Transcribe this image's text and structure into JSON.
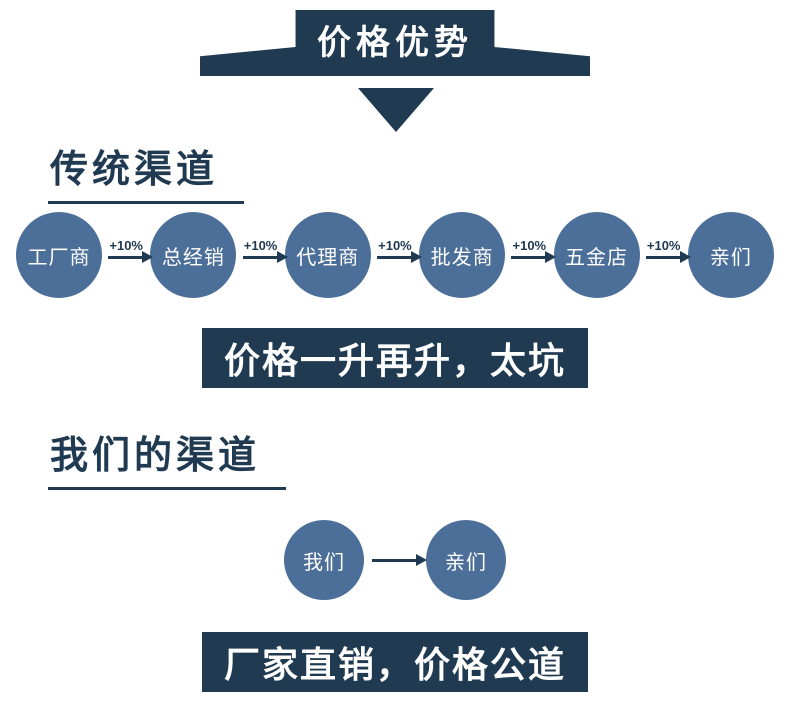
{
  "colors": {
    "navy": "#203a52",
    "circle_blue": "#4c6f99",
    "background": "#ffffff"
  },
  "header": {
    "title": "价格优势"
  },
  "traditional": {
    "heading": "传统渠道",
    "nodes": [
      "工厂商",
      "总经销",
      "代理商",
      "批发商",
      "五金店",
      "亲们"
    ],
    "arrow_label": "+10%",
    "caption": "价格一升再升，太坑"
  },
  "ours": {
    "heading": "我们的渠道",
    "nodes": [
      "我们",
      "亲们"
    ],
    "caption": "厂家直销，价格公道"
  }
}
